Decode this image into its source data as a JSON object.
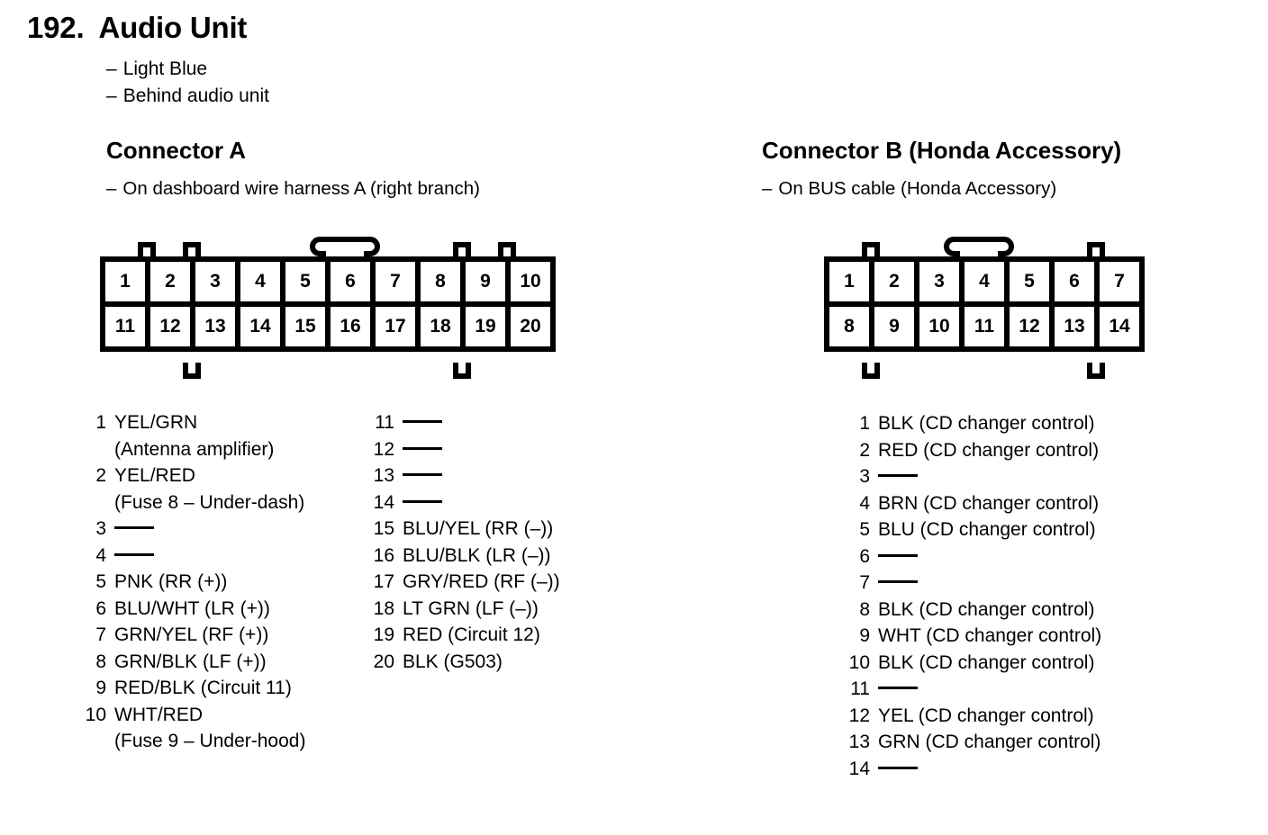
{
  "title": {
    "number": "192.",
    "name": "Audio Unit"
  },
  "notes": [
    {
      "dash": "–",
      "text": "Light Blue"
    },
    {
      "dash": "–",
      "text": "Behind audio unit"
    }
  ],
  "connector_a": {
    "heading": "Connector A",
    "note_dash": "–",
    "note": "On dashboard wire harness A (right branch)",
    "top_row": [
      "1",
      "2",
      "3",
      "4",
      "5",
      "6",
      "7",
      "8",
      "9",
      "10"
    ],
    "bottom_row": [
      "11",
      "12",
      "13",
      "14",
      "15",
      "16",
      "17",
      "18",
      "19",
      "20"
    ],
    "pins_left": [
      {
        "num": "1",
        "desc": "YEL/GRN",
        "cont": "(Antenna amplifier)"
      },
      {
        "num": "2",
        "desc": "YEL/RED",
        "cont": "(Fuse 8 – Under-dash)"
      },
      {
        "num": "3",
        "desc": "",
        "empty": true
      },
      {
        "num": "4",
        "desc": "",
        "empty": true
      },
      {
        "num": "5",
        "desc": "PNK (RR (+))"
      },
      {
        "num": "6",
        "desc": "BLU/WHT (LR (+))"
      },
      {
        "num": "7",
        "desc": "GRN/YEL (RF (+))"
      },
      {
        "num": "8",
        "desc": "GRN/BLK (LF (+))"
      },
      {
        "num": "9",
        "desc": "RED/BLK (Circuit 11)"
      },
      {
        "num": "10",
        "desc": "WHT/RED",
        "cont": "(Fuse 9 – Under-hood)"
      }
    ],
    "pins_right": [
      {
        "num": "11",
        "desc": "",
        "empty": true
      },
      {
        "num": "12",
        "desc": "",
        "empty": true
      },
      {
        "num": "13",
        "desc": "",
        "empty": true
      },
      {
        "num": "14",
        "desc": "",
        "empty": true
      },
      {
        "num": "15",
        "desc": "BLU/YEL (RR (–))"
      },
      {
        "num": "16",
        "desc": "BLU/BLK (LR (–))"
      },
      {
        "num": "17",
        "desc": "GRY/RED (RF (–))"
      },
      {
        "num": "18",
        "desc": "LT GRN (LF (–))"
      },
      {
        "num": "19",
        "desc": "RED (Circuit 12)"
      },
      {
        "num": "20",
        "desc": "BLK (G503)"
      }
    ]
  },
  "connector_b": {
    "heading": "Connector B (Honda Accessory)",
    "note_dash": "–",
    "note": "On BUS cable (Honda Accessory)",
    "top_row": [
      "1",
      "2",
      "3",
      "4",
      "5",
      "6",
      "7"
    ],
    "bottom_row": [
      "8",
      "9",
      "10",
      "11",
      "12",
      "13",
      "14"
    ],
    "pins": [
      {
        "num": "1",
        "desc": "BLK (CD changer control)"
      },
      {
        "num": "2",
        "desc": "RED (CD changer control)"
      },
      {
        "num": "3",
        "desc": "",
        "empty": true
      },
      {
        "num": "4",
        "desc": "BRN (CD changer control)"
      },
      {
        "num": "5",
        "desc": "BLU (CD changer control)"
      },
      {
        "num": "6",
        "desc": "",
        "empty": true
      },
      {
        "num": "7",
        "desc": "",
        "empty": true
      },
      {
        "num": "8",
        "desc": "BLK (CD changer control)"
      },
      {
        "num": "9",
        "desc": "WHT (CD changer control)"
      },
      {
        "num": "10",
        "desc": "BLK (CD changer control)"
      },
      {
        "num": "11",
        "desc": "",
        "empty": true
      },
      {
        "num": "12",
        "desc": "YEL (CD changer control)"
      },
      {
        "num": "13",
        "desc": "GRN (CD changer control)"
      },
      {
        "num": "14",
        "desc": "",
        "empty": true
      }
    ]
  },
  "colors": {
    "ink": "#000000",
    "paper": "#ffffff"
  }
}
